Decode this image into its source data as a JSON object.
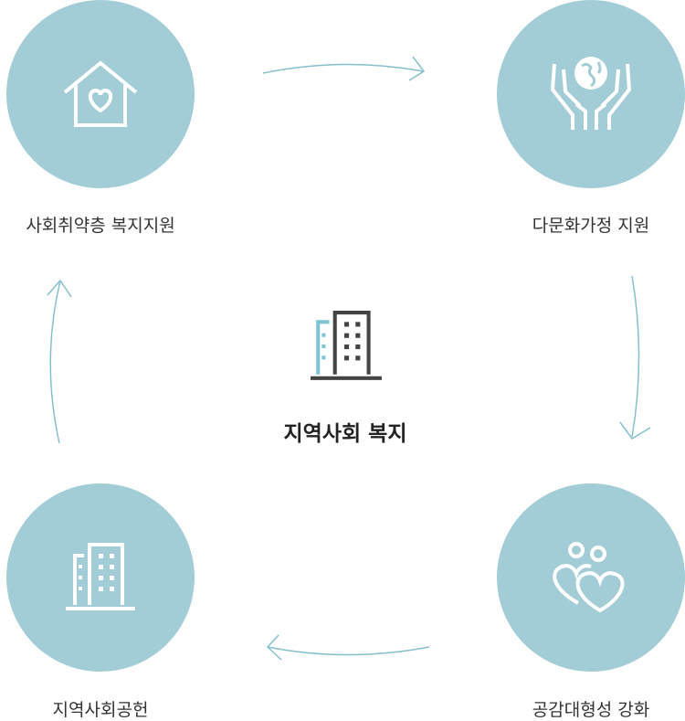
{
  "center": {
    "title": "지역사회 복지",
    "icon": "building-icon"
  },
  "nodes": [
    {
      "label": "사회취약층 복지지원",
      "icon": "house-heart-icon"
    },
    {
      "label": "다문화가정 지원",
      "icon": "hands-globe-icon"
    },
    {
      "label": "공감대형성 강화",
      "icon": "people-hearts-icon"
    },
    {
      "label": "지역사회공헌",
      "icon": "building-icon"
    }
  ],
  "colors": {
    "circle": "#a3cdd6",
    "arrow": "#7fbccb",
    "accent": "#7fc4d2",
    "dark": "#444444"
  }
}
